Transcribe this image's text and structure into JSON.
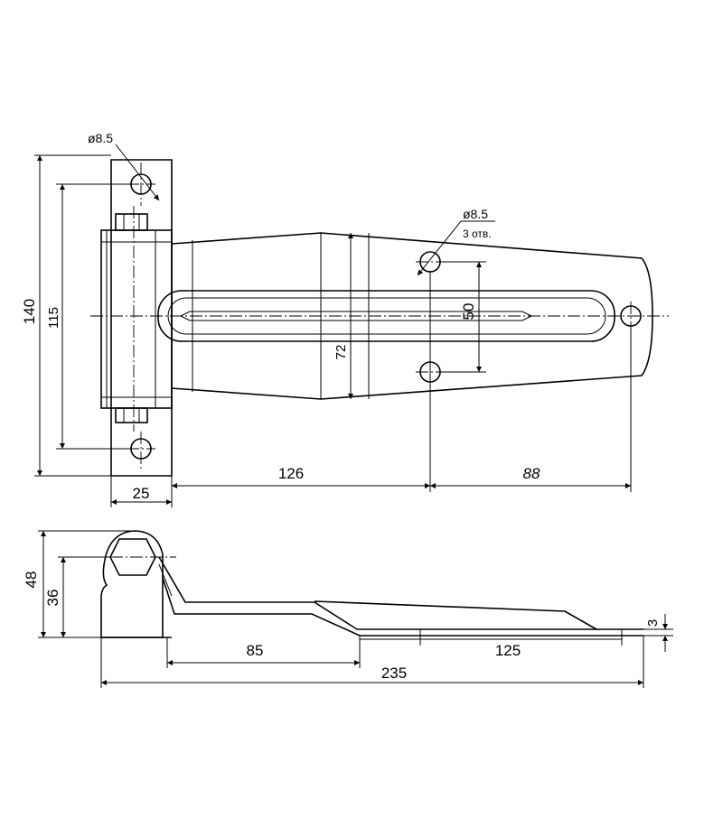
{
  "drawing": {
    "top_view": {
      "hole_callout_left": "ø8.5",
      "hole_callout_right": "ø8.5",
      "hole_count_note": "3 отв.",
      "dim_140": "140",
      "dim_115": "115",
      "dim_72": "72",
      "dim_50": "50",
      "dim_126": "126",
      "dim_88": "88",
      "dim_25": "25"
    },
    "side_view": {
      "dim_48": "48",
      "dim_36": "36",
      "dim_85": "85",
      "dim_125": "125",
      "dim_235": "235",
      "dim_3": "3"
    }
  }
}
